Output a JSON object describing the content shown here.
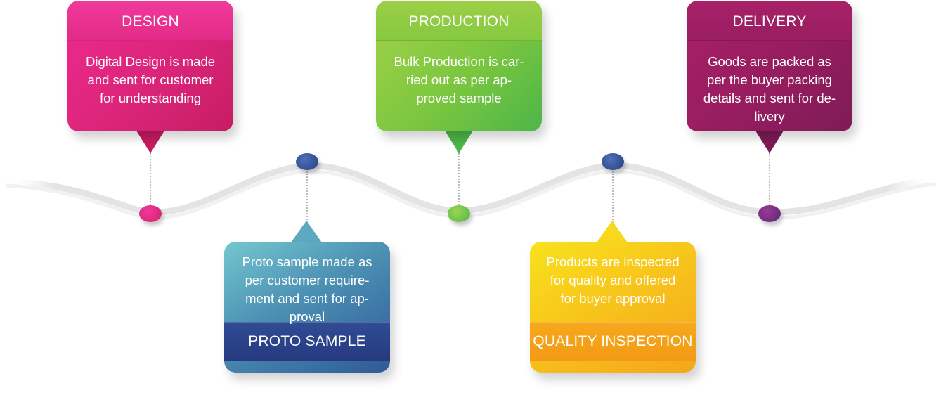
{
  "stages": [
    {
      "id": "design",
      "title": "DESIGN",
      "text": "Digital Design is made\nand sent for customer\nfor understanding",
      "color": "#e52a89",
      "dot_color": "#e2257f"
    },
    {
      "id": "proto",
      "title": "PROTO SAMPLE",
      "text": "Proto sample made as\nper customer require-\nment and sent for ap-\nproval",
      "color": "#2f4c94",
      "dot_color": "#2f4d8f"
    },
    {
      "id": "production",
      "title": "PRODUCTION",
      "text": "Bulk Production is car-\nried out as per ap-\nproved sample",
      "color": "#7cc63f",
      "dot_color": "#6ec63b"
    },
    {
      "id": "quality",
      "title": "QUALITY INSPECTION",
      "text": "Products are inspected\nfor quality and offered\nfor buyer approval",
      "color": "#f6b11a",
      "dot_color": "#2f4d8f"
    },
    {
      "id": "delivery",
      "title": "DELIVERY",
      "text": "Goods are packed as\nper the buyer packing\ndetails and sent for de-\nlivery",
      "color": "#9a1e62",
      "dot_color": "#6e2a7e"
    }
  ]
}
